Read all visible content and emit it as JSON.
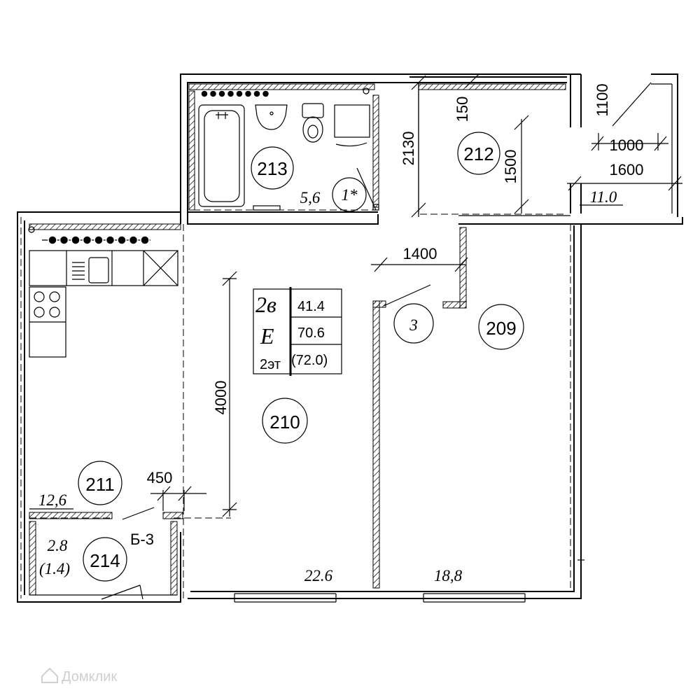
{
  "rooms": {
    "r209": {
      "number": "209",
      "area": "18,8"
    },
    "r210": {
      "number": "210",
      "area": "22.6"
    },
    "r211": {
      "number": "211",
      "area": "12,6"
    },
    "r212": {
      "number": "212",
      "area": "11.0"
    },
    "r213": {
      "number": "213",
      "area": "5,6"
    },
    "r214": {
      "number": "214",
      "area": "2.8",
      "area_reduced": "(1.4)"
    }
  },
  "markers": {
    "bathroom_mark": "1*",
    "door_mark": "3",
    "balcony_code": "Б-3"
  },
  "dimensions": {
    "d150": "150",
    "d1100": "1100",
    "d1000": "1000",
    "d1600": "1600",
    "d2130": "2130",
    "d1500": "1500",
    "d1400": "1400",
    "d4000": "4000",
    "d450": "450"
  },
  "info_box": {
    "type_code": "2в",
    "type_letter": "E",
    "floor": "2эт",
    "living_area": "41.4",
    "total_area": "70.6",
    "total_area_with_balcony": "(72.0)"
  },
  "watermark": "Домклик"
}
